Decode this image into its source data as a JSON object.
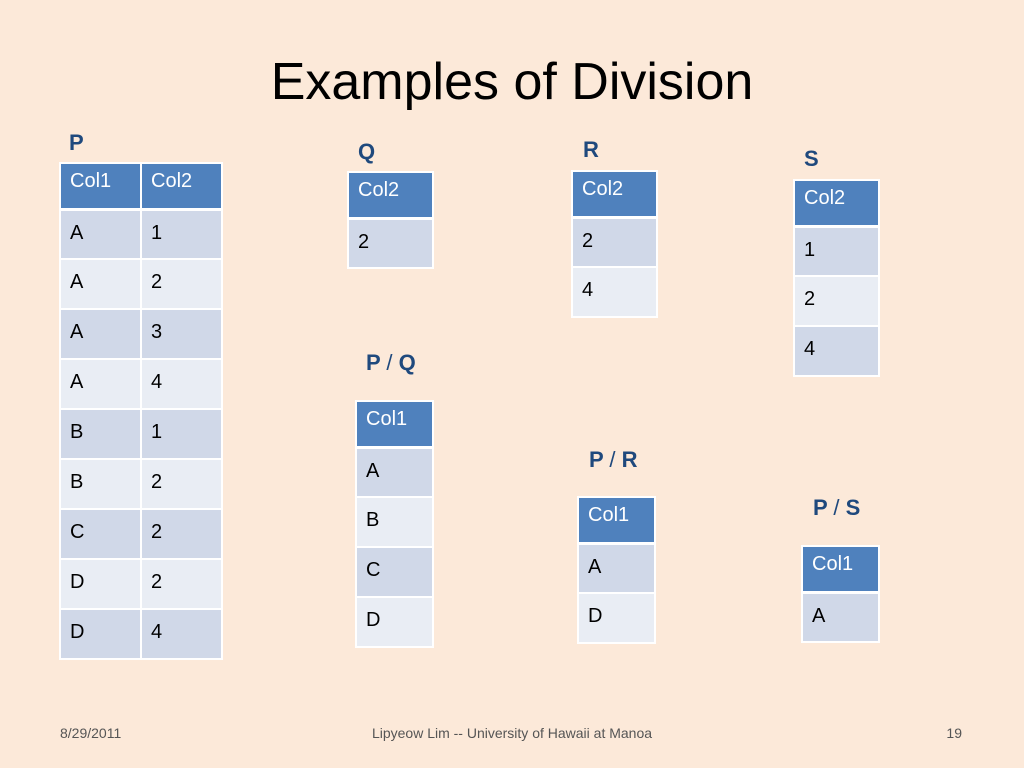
{
  "slide": {
    "title": "Examples of Division"
  },
  "tables": {
    "P": {
      "label": "P",
      "headers": [
        "Col1",
        "Col2"
      ],
      "rows": [
        [
          "A",
          "1"
        ],
        [
          "A",
          "2"
        ],
        [
          "A",
          "3"
        ],
        [
          "A",
          "4"
        ],
        [
          "B",
          "1"
        ],
        [
          "B",
          "2"
        ],
        [
          "C",
          "2"
        ],
        [
          "D",
          "2"
        ],
        [
          "D",
          "4"
        ]
      ]
    },
    "Q": {
      "label": "Q",
      "headers": [
        "Col2"
      ],
      "rows": [
        [
          "2"
        ]
      ]
    },
    "R": {
      "label": "R",
      "headers": [
        "Col2"
      ],
      "rows": [
        [
          "2"
        ],
        [
          "4"
        ]
      ]
    },
    "S": {
      "label": "S",
      "headers": [
        "Col2"
      ],
      "rows": [
        [
          "1"
        ],
        [
          "2"
        ],
        [
          "4"
        ]
      ]
    },
    "PQ": {
      "label_left": "P",
      "label_sep": "/",
      "label_right": "Q",
      "headers": [
        "Col1"
      ],
      "rows": [
        [
          "A"
        ],
        [
          "B"
        ],
        [
          "C"
        ],
        [
          "D"
        ]
      ]
    },
    "PR": {
      "label_left": "P",
      "label_sep": "/",
      "label_right": "R",
      "headers": [
        "Col1"
      ],
      "rows": [
        [
          "A"
        ],
        [
          "D"
        ]
      ]
    },
    "PS": {
      "label_left": "P",
      "label_sep": "/",
      "label_right": "S",
      "headers": [
        "Col1"
      ],
      "rows": [
        [
          "A"
        ]
      ]
    }
  },
  "footer": {
    "date": "8/29/2011",
    "author": "Lipyeow Lim -- University of Hawaii at Manoa",
    "page_number": "19"
  },
  "colors": {
    "background": "#fce9d9",
    "header_fill": "#4f81bd",
    "row_odd": "#d0d8e8",
    "row_even": "#e9edf4",
    "label": "#1f497d"
  }
}
